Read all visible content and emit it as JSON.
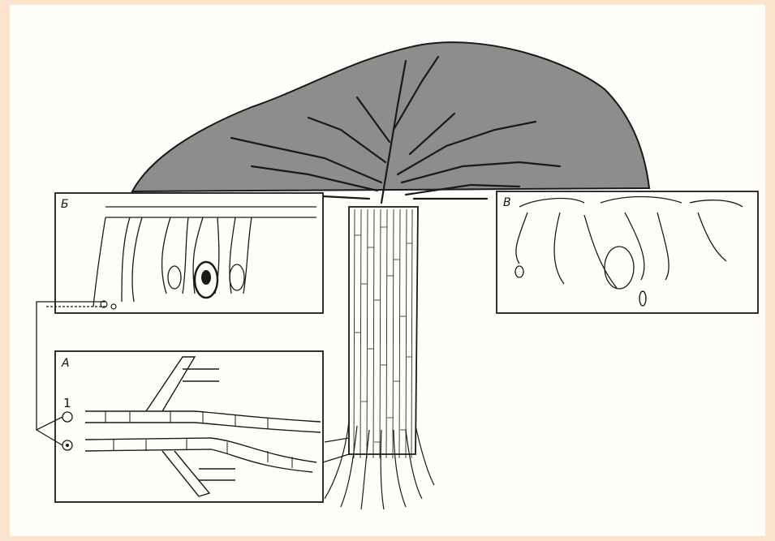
{
  "labels": {
    "panel_b": "Б",
    "panel_v": "В",
    "panel_a": "А",
    "marker_1": "1"
  },
  "colors": {
    "background": "#fbe3cd",
    "canvas": "#fffef9",
    "cap": "#8d8d8d",
    "ink": "#1a1a1a"
  }
}
